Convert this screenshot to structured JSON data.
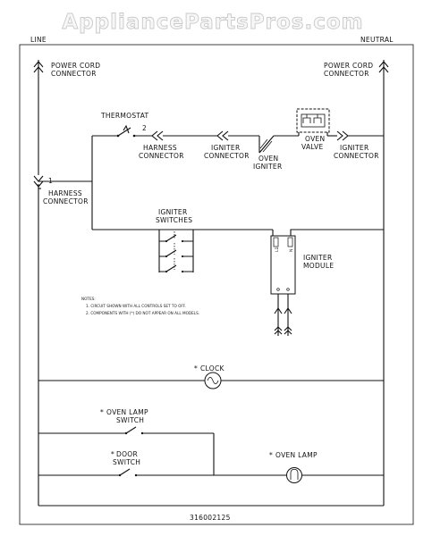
{
  "watermark": "AppliancePartsPros.com",
  "rails": {
    "left": "LINE",
    "right": "NEUTRAL"
  },
  "labels": {
    "power_cord_left": [
      "POWER CORD",
      "CONNECTOR"
    ],
    "power_cord_right": [
      "POWER CORD",
      "CONNECTOR"
    ],
    "thermostat": "THERMOSTAT",
    "thermostat_pin": "2",
    "harness_connector_top": [
      "HARNESS",
      "CONNECTOR"
    ],
    "igniter_connector_mid": [
      "IGNITER",
      "CONNECTOR"
    ],
    "oven_igniter": [
      "OVEN",
      "IGNITER"
    ],
    "oven_valve": [
      "OVEN",
      "VALVE"
    ],
    "igniter_connector_right": [
      "IGNITER",
      "CONNECTOR"
    ],
    "harness_connector_left": [
      "HARNESS",
      "CONNECTOR"
    ],
    "harness_pin": "1",
    "igniter_switches": [
      "IGNITER",
      "SWITCHES"
    ],
    "igniter_module": [
      "IGNITER",
      "MODULE"
    ],
    "module_terminals": [
      "L1",
      "N"
    ],
    "notes": [
      "NOTES:",
      "1. CIRCUIT SHOWN WITH ALL CONTROLS SET TO OFF.",
      "2. COMPONENTS WITH (*) DO NOT APPEAR ON ALL MODELS."
    ],
    "clock": "CLOCK",
    "oven_lamp_switch": [
      "OVEN LAMP",
      "SWITCH"
    ],
    "door_switch": [
      "DOOR",
      "SWITCH"
    ],
    "oven_lamp": "OVEN LAMP",
    "asterisk": "*",
    "part_number": "316002125"
  }
}
